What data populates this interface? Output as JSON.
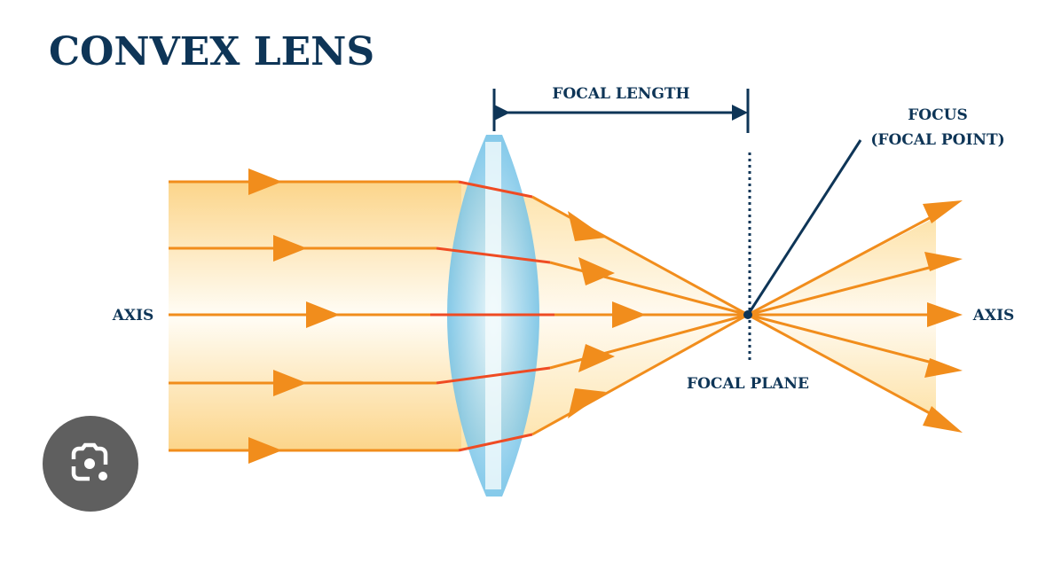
{
  "title": "CONVEX LENS",
  "labels": {
    "focal_length": "FOCAL LENGTH",
    "focus": "FOCUS",
    "focal_point": "(FOCAL POINT)",
    "axis_left": "AXIS",
    "axis_right": "AXIS",
    "focal_plane": "FOCAL PLANE"
  },
  "colors": {
    "navy": "#0e3557",
    "ray": "#f18d1c",
    "refracted": "#ef4b23",
    "lens": "#7cc6e8",
    "beam": "#fcd98a"
  },
  "overlay": {
    "icon": "google-lens-icon"
  }
}
